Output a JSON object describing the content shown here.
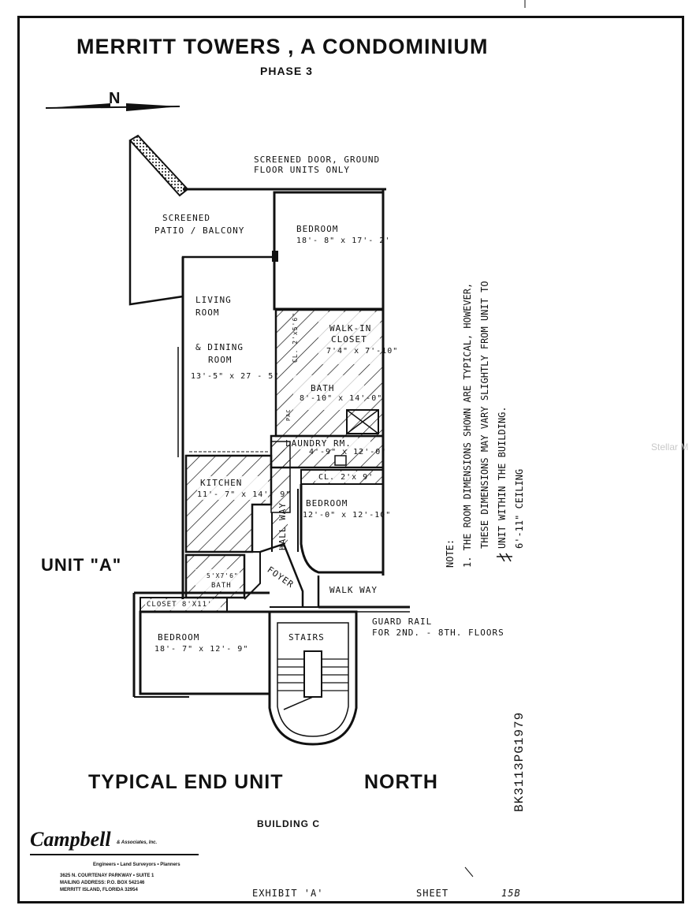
{
  "header": {
    "title": "MERRITT TOWERS , A CONDOMINIUM",
    "phase": "PHASE 3",
    "north_marker": "N"
  },
  "rooms": {
    "screened_patio": {
      "line1": "SCREENED",
      "line2": "PATIO / BALCONY"
    },
    "bedroom_1": {
      "name": "BEDROOM",
      "size": "18'- 8\" x 17'- 2'"
    },
    "living": {
      "line1": "LIVING",
      "line2": "ROOM",
      "line3": "& DINING",
      "line4": "ROOM",
      "size": "13'-5\" x 27 - 5\""
    },
    "walkin_closet": {
      "line1": "WALK-IN",
      "line2": "CLOSET",
      "size": "7'4\" x 7'-10\""
    },
    "closet_small": "CL. 2'x5'6\"",
    "bath_1": {
      "name": "BATH",
      "size": "8'-10\" x 14'-0\""
    },
    "laundry": {
      "name": "LAUNDRY RM.",
      "size": "4'-9\" x 12'-0\""
    },
    "closet_2": "CL. 2'x 9'",
    "kitchen": {
      "name": "KITCHEN",
      "size": "11'- 7\" x 14'- 9\""
    },
    "hallway": "HALL WAY",
    "bedroom_2": {
      "name": "BEDROOM",
      "size": "12'-0\" x 12'-10\""
    },
    "bath_2": {
      "line1": "5'X7'6\"",
      "line2": "BATH"
    },
    "foyer": "FOYER",
    "closet_3": "CLOSET 8'X11'",
    "bedroom_3": {
      "name": "BEDROOM",
      "size": "18'- 7\" x 12'- 9\""
    },
    "stairs": "STAIRS",
    "walkway": "WALK WAY",
    "pac": "PAC"
  },
  "annotations": {
    "screened_door_1": "SCREENED DOOR, GROUND",
    "screened_door_2": "FLOOR UNITS ONLY",
    "guard_rail_1": "GUARD RAIL",
    "guard_rail_2": "FOR 2ND. - 8TH. FLOORS",
    "unit": "UNIT \"A\""
  },
  "note": {
    "heading": "NOTE:",
    "line1": "1.  THE ROOM DIMENSIONS SHOWN ARE TYPICAL, HOWEVER,",
    "line2": "THESE DIMENSIONS MAY VARY SLIGHTLY FROM UNIT TO",
    "line3": "UNIT WITHIN THE BUILDING.",
    "line4": "6'-11\" CEILING"
  },
  "footer": {
    "typical": "TYPICAL END UNIT",
    "north": "NORTH",
    "building": "BUILDING C",
    "book_ref": "BK3113PG1979",
    "company": "Campbell",
    "company_suffix": "& Associates, Inc.",
    "tagline": "Engineers • Land Surveyors • Planners",
    "addr1": "3625 N. COURTENAY PARKWAY • SUITE 1",
    "addr2": "MAILING ADDRESS: P.O. BOX 542146",
    "addr3": "MERRITT ISLAND, FLORIDA 32954",
    "exhibit": "EXHIBIT 'A'",
    "sheet": "SHEET",
    "sheet_no": "15B",
    "watermark": "Stellar M"
  }
}
